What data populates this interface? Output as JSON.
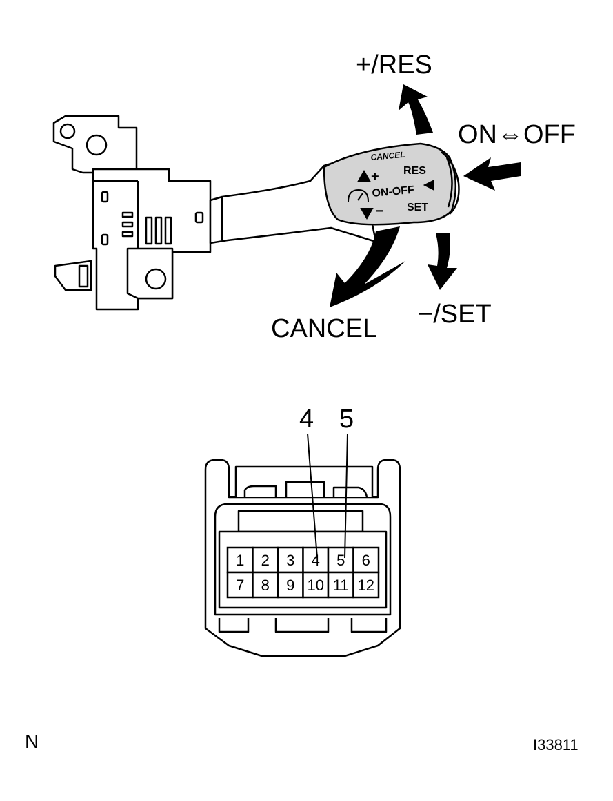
{
  "labels": {
    "res": "+/RES",
    "onoff": "ON⇔OFF",
    "cancel": "CANCEL",
    "set": "−/SET",
    "pin_a": "4",
    "pin_b": "5",
    "corner_left": "N",
    "code": "I33811"
  },
  "lever_text": {
    "cancel": "CANCEL",
    "plus": "+",
    "res": "RES",
    "onoff": "ON-OFF",
    "minus": "−",
    "set": "SET"
  },
  "connector": {
    "pins_row1": [
      "1",
      "2",
      "3",
      "4",
      "5",
      "6"
    ],
    "pins_row2": [
      "7",
      "8",
      "9",
      "10",
      "11",
      "12"
    ]
  },
  "colors": {
    "line": "#000000",
    "lever_fill": "#d4d4d4",
    "background": "#ffffff"
  }
}
